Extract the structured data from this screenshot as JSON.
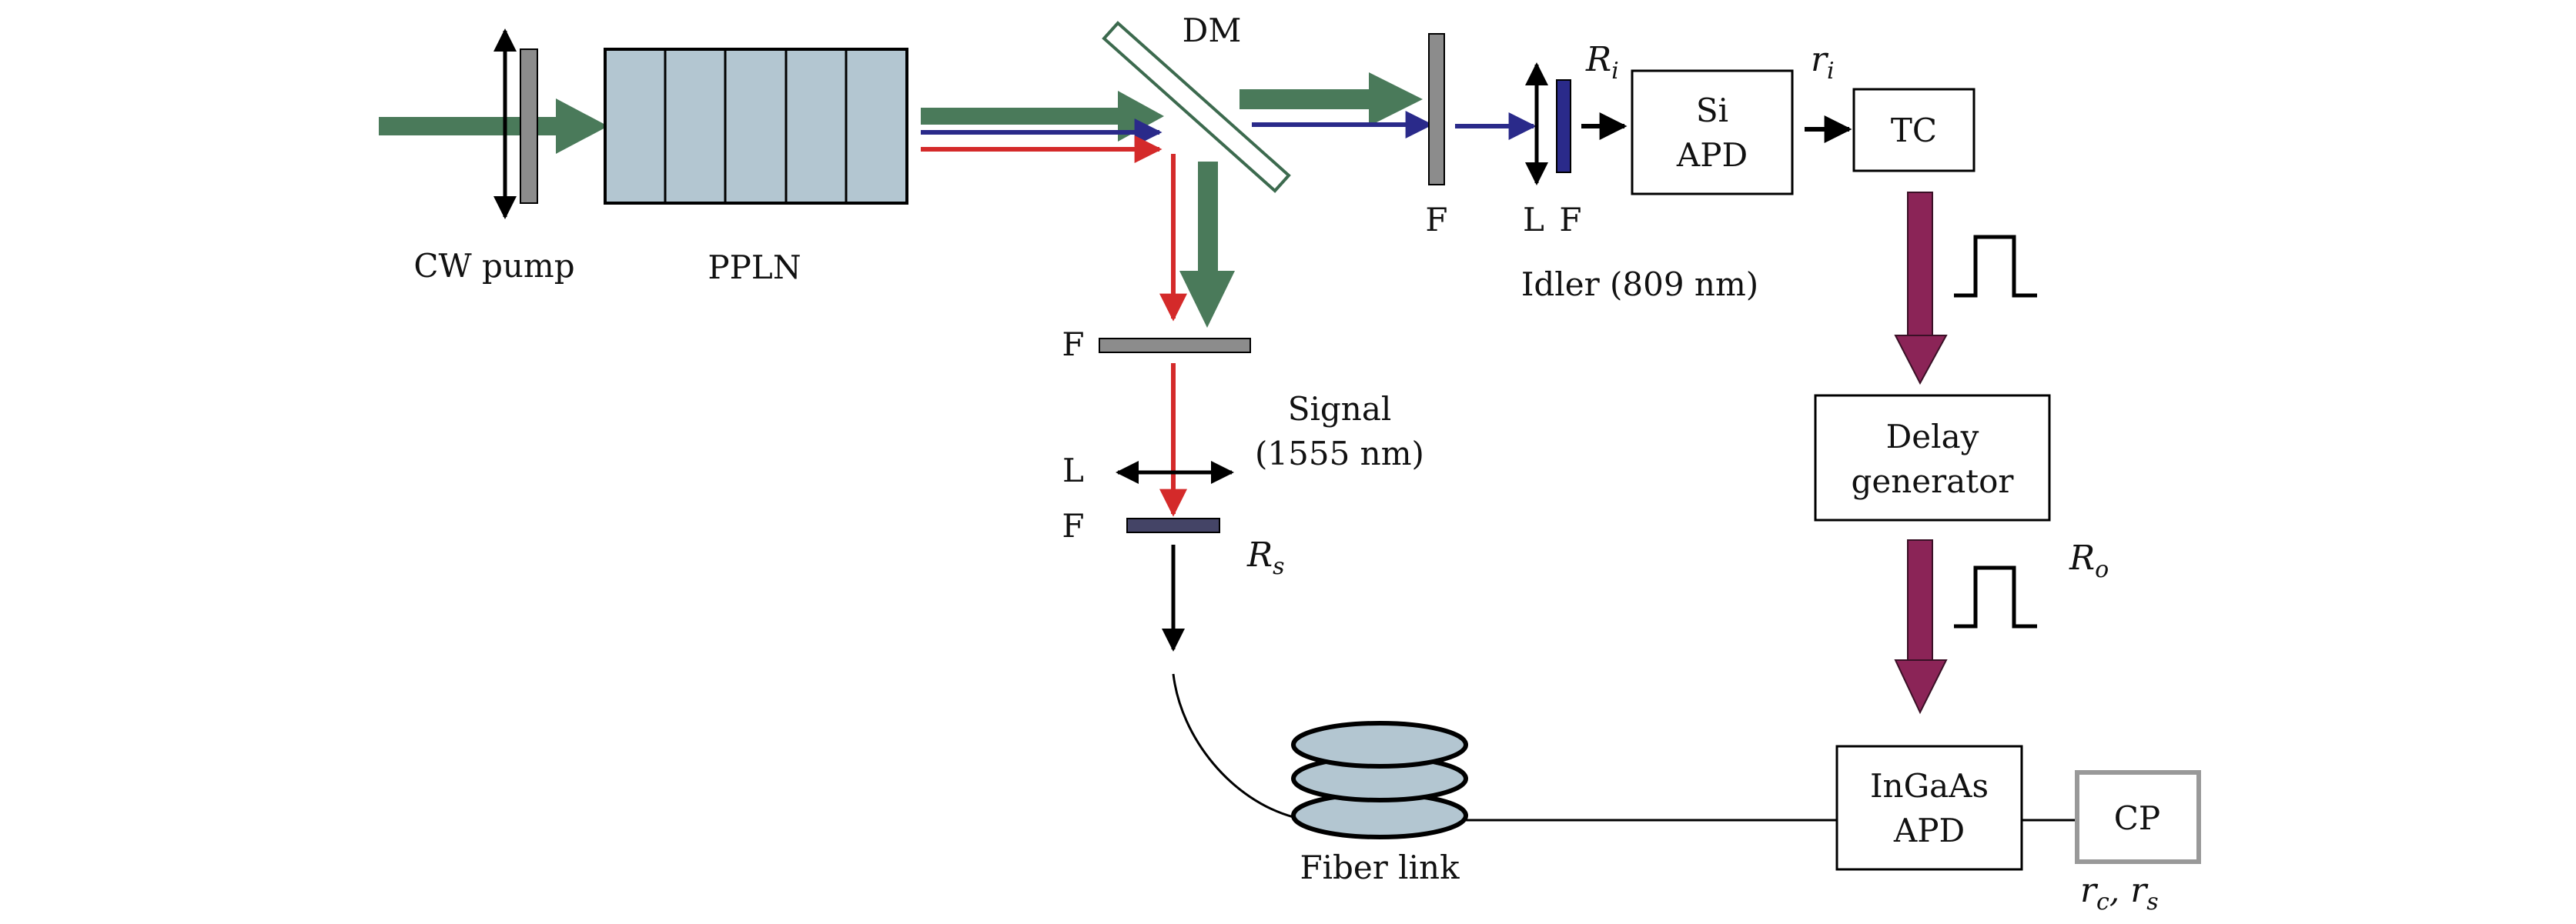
{
  "colors": {
    "pump": "#4a7a5a",
    "signal": "#d42a2a",
    "idler": "#2a2a8a",
    "electronic": "#8b2457",
    "crystal": "#b3c6d1",
    "filter_gray": "#8c8c8c",
    "filter_dark": "#444466",
    "cp_border": "#999999"
  },
  "labels": {
    "cw_pump": "CW pump",
    "ppln": "PPLN",
    "dm": "DM",
    "idler_filter_1": "F",
    "idler_lens": "L",
    "idler_filter_2": "F",
    "idler": "Idler (809 nm)",
    "si_apd_line1": "Si",
    "si_apd_line2": "APD",
    "tc": "TC",
    "delay_line1": "Delay",
    "delay_line2": "generator",
    "ingaas_line1": "InGaAs",
    "ingaas_line2": "APD",
    "cp": "CP",
    "signal_line1": "Signal",
    "signal_line2": "(1555 nm)",
    "signal_filter_1": "F",
    "signal_lens": "L",
    "signal_filter_2": "F",
    "fiber_link": "Fiber link"
  },
  "math": {
    "Ri": {
      "main": "R",
      "sub": "i"
    },
    "ri": {
      "main": "r",
      "sub": "i"
    },
    "Rs": {
      "main": "R",
      "sub": "s"
    },
    "Ro": {
      "main": "R",
      "sub": "o"
    },
    "rc": {
      "main": "r",
      "sub": "c"
    },
    "rs": {
      "main": "r",
      "sub": "s"
    },
    "separator": ","
  }
}
